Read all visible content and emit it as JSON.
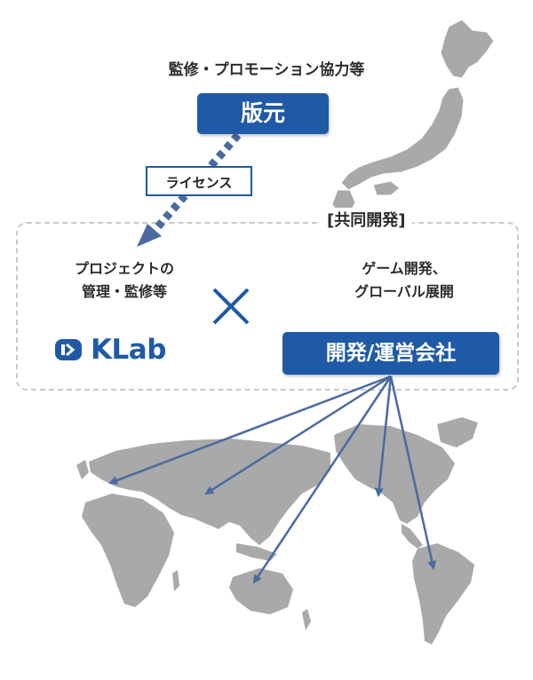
{
  "top_caption": "監修・プロモーション協力等",
  "hanmoto_label": "版元",
  "license_label": "ライセンス",
  "joint_dev_title": "[共同開発]",
  "klab_role": [
    "プロジェクトの",
    "管理・監修等"
  ],
  "dev_role": [
    "ゲーム開発、",
    "グローバル展開"
  ],
  "logo_text": "KLab",
  "dev_company_label": "開発/運営会社",
  "cross_icon": "multiply-cross-icon",
  "colors": {
    "accent_blue": "#1f5aa6",
    "arrow_blue": "#4a6aa0",
    "map_gray": "#a9a9a9",
    "dashed_border": "#c9c9c9",
    "dark_text": "#2b2b2b"
  }
}
